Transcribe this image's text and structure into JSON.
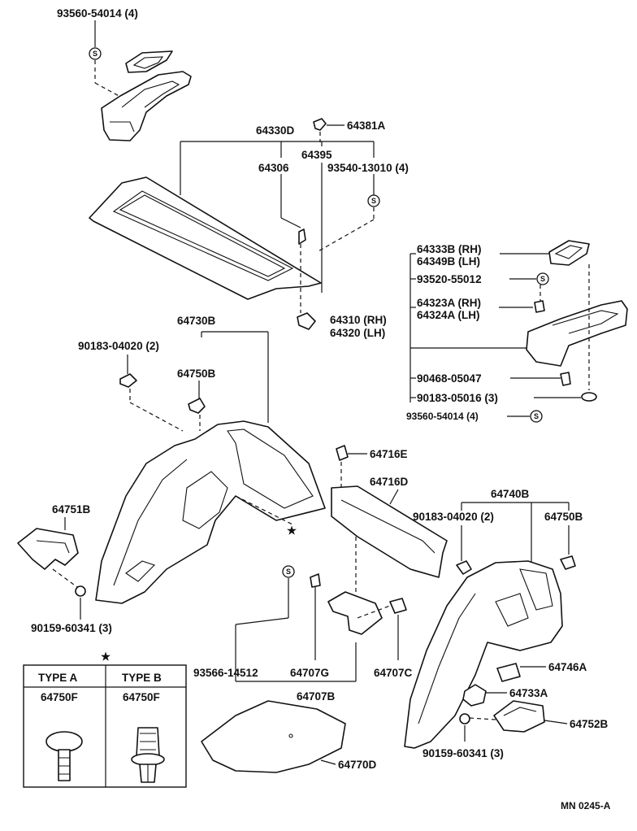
{
  "labels": {
    "l1": "93560-54014 (4)",
    "l2": "64330D",
    "l3": "64381A",
    "l4": "64395",
    "l5": "64306",
    "l6": "93540-13010 (4)",
    "l7": "64333B (RH)",
    "l8": "64349B (LH)",
    "l9": "93520-55012",
    "l10": "64323A (RH)",
    "l11": "64324A (LH)",
    "l12": "64310 (RH)",
    "l13": "64320 (LH)",
    "l14": "90468-05047",
    "l15": "90183-05016 (3)",
    "l16": "93560-54014 (4)",
    "l17": "64730B",
    "l18": "90183-04020 (2)",
    "l19": "64750B",
    "l20": "64716E",
    "l21": "64716D",
    "l22": "64751B",
    "l23": "64740B",
    "l24": "90183-04020 (2)",
    "l25": "64750B",
    "l26": "90159-60341 (3)",
    "l27": "93566-14512",
    "l28": "64707G",
    "l29": "64707C",
    "l30": "64746A",
    "l31": "64733A",
    "l32": "64707B",
    "l33": "64752B",
    "l34": "90159-60341 (3)",
    "l35": "64770D",
    "footer": "MN 0245-A"
  },
  "symbols": {
    "s": "S",
    "star": "★"
  },
  "type_table": {
    "type_a_header": "TYPE  A",
    "type_b_header": "TYPE  B",
    "type_a_part": "64750F",
    "type_b_part": "64750F"
  }
}
